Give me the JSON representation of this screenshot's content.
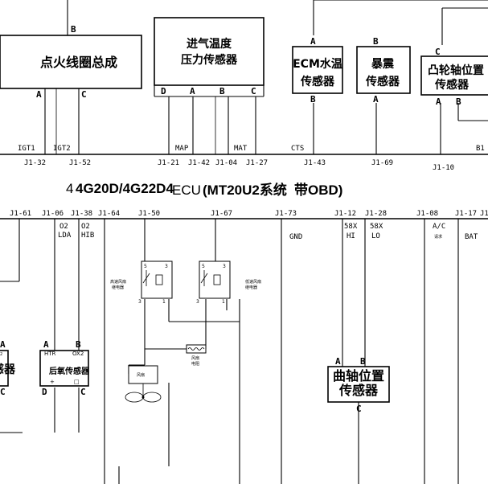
{
  "ecu_title": {
    "model": "4G20D/4G22D4",
    "ecu": "ECU",
    "system": "(MT20U2系统",
    "obd": "带OBD)"
  },
  "components": {
    "ignition_coil": {
      "name": "点火线圈总成",
      "pins": {
        "B": "B",
        "A": "A",
        "C": "C"
      }
    },
    "intake_sensor": {
      "name_l1": "进气温度",
      "name_l2": "压力传感器",
      "pins": {
        "D": "D",
        "A": "A",
        "B": "B",
        "C": "C"
      }
    },
    "ecm_temp": {
      "name_l1": "ECM水温",
      "name_l2": "传感器",
      "pins": {
        "A": "A",
        "B": "B"
      }
    },
    "knock": {
      "name_l1": "暴震",
      "name_l2": "传感器",
      "pins": {
        "B": "B",
        "A": "A"
      }
    },
    "cam_sensor": {
      "name_l1": "凸轮轴位置",
      "name_l2": "传感器",
      "pins": {
        "C": "C",
        "A": "A",
        "B": "B"
      }
    },
    "rear_o2": {
      "name": "后氧传感器",
      "pins": {
        "A": "A",
        "B": "B",
        "D": "D",
        "C": "C"
      },
      "htr": "HTR",
      "ox2": "OX2",
      "plus": "+",
      "minus": "□"
    },
    "front_o2_partial": {
      "pins": {
        "A": "A",
        "C": "C"
      },
      "frag": "感器",
      "small": "2"
    },
    "crank_sensor": {
      "name_l1": "曲轴位置",
      "name_l2": "传感器",
      "pins": {
        "A": "A",
        "B": "B",
        "C": "C"
      }
    },
    "relay_high": {
      "label_l1": "高速风扇",
      "label_l2": "继电器",
      "p5": "5",
      "p3t": "3",
      "p3": "3",
      "p1": "1"
    },
    "relay_low": {
      "label_l1": "低速风扇",
      "label_l2": "继电器",
      "p5": "5",
      "p3t": "3",
      "p3": "3",
      "p1": "1"
    },
    "resistor": {
      "label_l1": "风扇",
      "label_l2": "电阻"
    },
    "fan_motor": {
      "label": "风扇"
    }
  },
  "top_signals": {
    "igt1": "IGT1",
    "igt2": "IGT2",
    "map": "MAP",
    "mat": "MAT",
    "cts": "CTS",
    "b1": "B1"
  },
  "top_pins": {
    "j1_32": "J1-32",
    "j1_52": "J1-52",
    "j1_21": "J1-21",
    "j1_42": "J1-42",
    "j1_04": "J1-04",
    "j1_27": "J1-27",
    "j1_43": "J1-43",
    "j1_69": "J1-69",
    "j1_10": "J1-10"
  },
  "bottom_pins": {
    "j1_61": "J1-61",
    "j1_06": "J1-06",
    "j1_38": "J1-38",
    "j1_64": "J1-64",
    "j1_50": "J1-50",
    "j1_67": "J1-67",
    "j1_73": "J1-73",
    "j1_12": "J1-12",
    "j1_28": "J1-28",
    "j1_08": "J1-08",
    "j1_17": "J1-17",
    "j1_end": "J1"
  },
  "bottom_signals": {
    "o2_lda_l1": "O2",
    "o2_lda_l2": "LDA",
    "o2_hib_l1": "O2",
    "o2_hib_l2": "HIB",
    "gnd": "GND",
    "x58_hi_l1": "58X",
    "x58_hi_l2": "HI",
    "x58_lo_l1": "58X",
    "x58_lo_l2": "LO",
    "ac_l1": "A/C",
    "ac_l2": "请求",
    "bat": "BAT"
  }
}
